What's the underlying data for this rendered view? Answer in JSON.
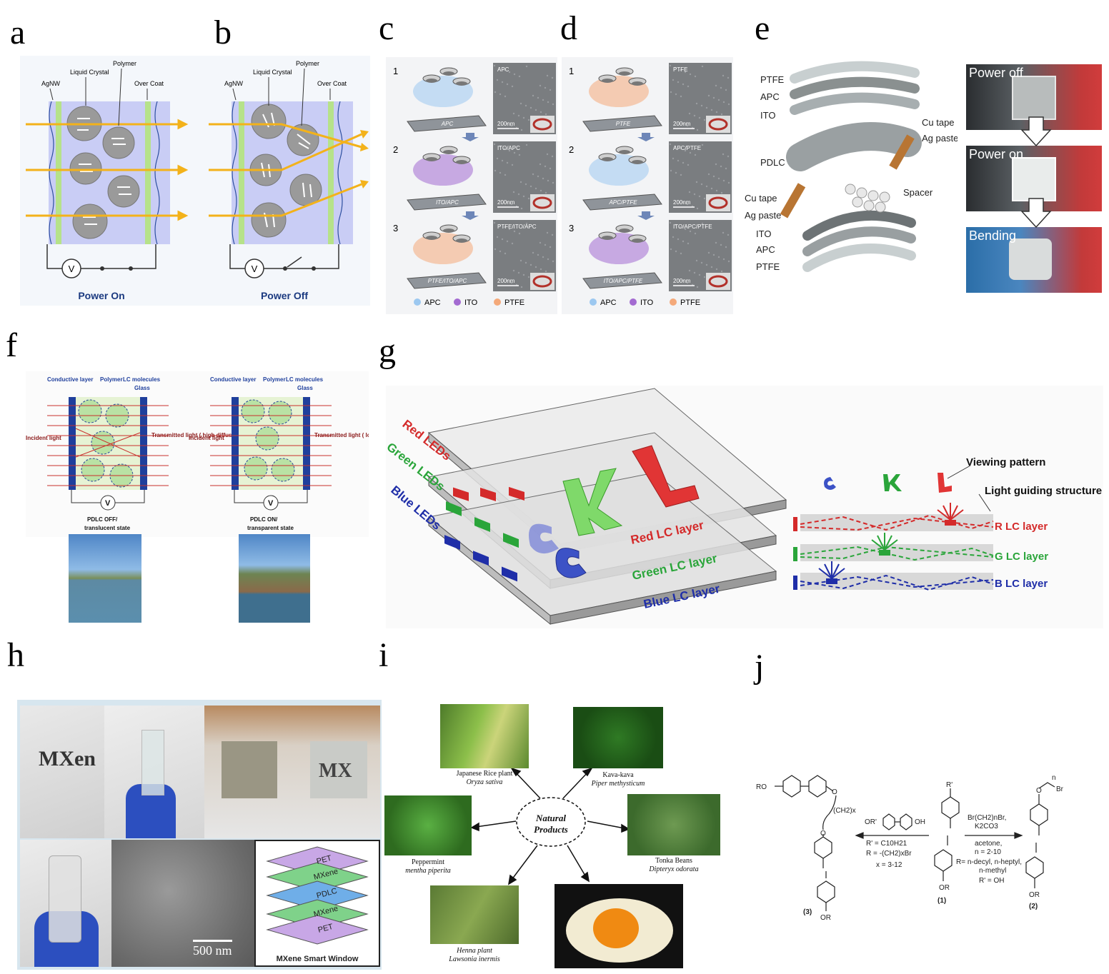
{
  "panel_labels": [
    "a",
    "b",
    "c",
    "d",
    "e",
    "f",
    "g",
    "h",
    "i",
    "j"
  ],
  "a": {
    "agnw": "AgNW",
    "liquid_crystal": "Liquid Crystal",
    "polymer": "Polymer",
    "over_coat": "Over Coat",
    "voltmeter": "V",
    "state": "Power On"
  },
  "b": {
    "agnw": "AgNW",
    "liquid_crystal": "Liquid Crystal",
    "polymer": "Polymer",
    "over_coat": "Over Coat",
    "voltmeter": "V",
    "state": "Power Off"
  },
  "c": {
    "steps": [
      {
        "num": "1",
        "layer": "APC",
        "sem": "APC",
        "scale": "200nm"
      },
      {
        "num": "2",
        "layer": "ITO/APC",
        "sem": "ITO/APC",
        "scale": "200nm"
      },
      {
        "num": "3",
        "layer": "PTFE/ITO/APC",
        "sem": "PTFE/ITO/APC",
        "scale": "200nm"
      }
    ],
    "legend": [
      "APC",
      "ITO",
      "PTFE"
    ]
  },
  "d": {
    "steps": [
      {
        "num": "1",
        "layer": "PTFE",
        "sem": "PTFE",
        "scale": "200nm"
      },
      {
        "num": "2",
        "layer": "APC/PTFE",
        "sem": "APC/PTFE",
        "scale": "200nm"
      },
      {
        "num": "3",
        "layer": "ITO/APC/PTFE",
        "sem": "ITO/APC/PTFE",
        "scale": "200nm"
      }
    ],
    "legend": [
      "APC",
      "ITO",
      "PTFE"
    ]
  },
  "e": {
    "layers_top": [
      "PTFE",
      "APC",
      "ITO"
    ],
    "pdlc": "PDLC",
    "cu_tape_right": "Cu tape",
    "ag_paste_right": "Ag paste",
    "spacer": "Spacer",
    "cu_tape_left": "Cu tape",
    "ag_paste_left": "Ag paste",
    "layers_bottom": [
      "ITO",
      "APC",
      "PTFE"
    ],
    "photos": [
      "Power off",
      "Power on",
      "Bending"
    ]
  },
  "f": {
    "left": {
      "conductive": "Conductive layer",
      "polymer": "Polymer",
      "lc": "LC molecules",
      "glass": "Glass",
      "incident": "Incident light",
      "transmitted": "Transmitted light ( high diffuse + low direct )",
      "state_1": "PDLC OFF/",
      "state_2": "translucent state",
      "voltmeter": "V"
    },
    "right": {
      "conductive": "Conductive layer",
      "polymer": "Polymer",
      "lc": "LC molecules",
      "glass": "Glass",
      "incident": "Incident light",
      "transmitted": "Transmitted light ( low diffuse + high direct )",
      "state_1": "PDLC ON/",
      "state_2": "transparent state",
      "voltmeter": "V"
    }
  },
  "g": {
    "red_leds": "Red LEDs",
    "green_leds": "Green LEDs",
    "blue_leds": "Blue LEDs",
    "red_layer": "Red LC layer",
    "green_layer": "Green LC layer",
    "blue_layer": "Blue LC layer",
    "viewing_pattern": "Viewing pattern",
    "light_guiding": "Light guiding structure",
    "r_layer": "R LC layer",
    "g_layer": "G LC layer",
    "b_layer": "B LC layer",
    "colors": {
      "red": "#d42a2a",
      "green": "#2aa53a",
      "blue": "#1f2ea8"
    }
  },
  "h": {
    "mxene_text": "MXen",
    "scale": "500 nm",
    "stack": [
      "PET",
      "MXene",
      "PDLC",
      "MXene",
      "PET"
    ],
    "caption": "MXene Smart Window"
  },
  "i": {
    "center": "Natural Products",
    "items": [
      {
        "name": "Japanese Rice plant",
        "latin": "Oryza sativa"
      },
      {
        "name": "Kava-kava",
        "latin": "Piper methysticum"
      },
      {
        "name": "Peppermint",
        "latin": "mentha piperita"
      },
      {
        "name": "Tonka Beans",
        "latin": "Dipteryx odorata"
      },
      {
        "name": "Henna plant",
        "latin": "Lawsonia inermis"
      }
    ]
  },
  "j": {
    "left_cond": [
      "R' = C10H21",
      "R = -(CH2)xBr",
      "x = 3-12"
    ],
    "right_cond": [
      "Br(CH2)nBr,",
      "K2CO3",
      "acetone,",
      "n = 2-10",
      "R= n-decyl, n-heptyl,",
      "n-methyl",
      "R' = OH"
    ],
    "cmpd1": "(1)",
    "cmpd2": "(2)",
    "cmpd3": "(3)",
    "ro": "RO",
    "or": "OR",
    "r_prime": "R'",
    "or_prime": "OR'",
    "oh": "OH",
    "br": "Br",
    "ch2x": "(CH2)x",
    "n": "n",
    "o": "O"
  }
}
